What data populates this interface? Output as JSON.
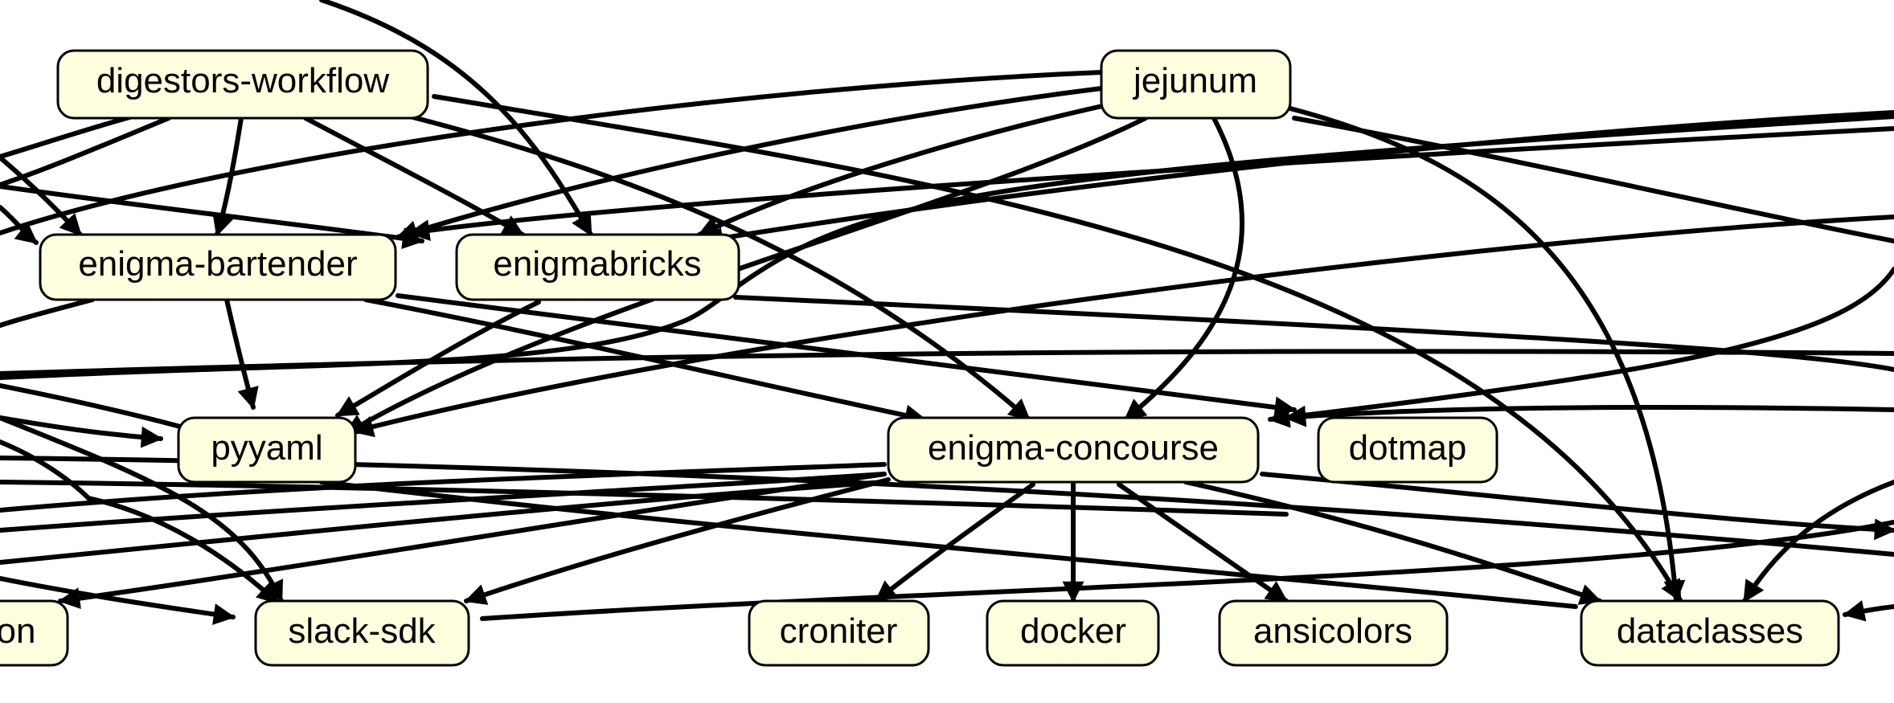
{
  "graph": {
    "nodes": [
      {
        "id": "digestors-workflow",
        "label": "digestors-workflow"
      },
      {
        "id": "jejunum",
        "label": "jejunum"
      },
      {
        "id": "enigma-bartender",
        "label": "enigma-bartender"
      },
      {
        "id": "enigmabricks",
        "label": "enigmabricks"
      },
      {
        "id": "pyyaml",
        "label": "pyyaml"
      },
      {
        "id": "enigma-concourse",
        "label": "enigma-concourse"
      },
      {
        "id": "dotmap",
        "label": "dotmap"
      },
      {
        "id": "on",
        "label": "on"
      },
      {
        "id": "slack-sdk",
        "label": "slack-sdk"
      },
      {
        "id": "croniter",
        "label": "croniter"
      },
      {
        "id": "docker",
        "label": "docker"
      },
      {
        "id": "ansicolors",
        "label": "ansicolors"
      },
      {
        "id": "dataclasses",
        "label": "dataclasses"
      }
    ],
    "edges": [
      {
        "from": "digestors-workflow",
        "to": "enigma-bartender"
      },
      {
        "from": "digestors-workflow",
        "to": "enigmabricks"
      },
      {
        "from": "digestors-workflow",
        "to": "enigma-concourse"
      },
      {
        "from": "digestors-workflow",
        "to": "dataclasses"
      },
      {
        "from": "jejunum",
        "to": "enigma-bartender"
      },
      {
        "from": "jejunum",
        "to": "enigmabricks"
      },
      {
        "from": "jejunum",
        "to": "enigma-concourse"
      },
      {
        "from": "jejunum",
        "to": "pyyaml"
      },
      {
        "from": "jejunum",
        "to": "dataclasses"
      },
      {
        "from": "enigma-bartender",
        "to": "pyyaml"
      },
      {
        "from": "enigma-bartender",
        "to": "enigma-concourse"
      },
      {
        "from": "enigma-bartender",
        "to": "dotmap"
      },
      {
        "from": "enigmabricks",
        "to": "pyyaml"
      },
      {
        "from": "enigma-concourse",
        "to": "slack-sdk"
      },
      {
        "from": "enigma-concourse",
        "to": "on"
      },
      {
        "from": "enigma-concourse",
        "to": "croniter"
      },
      {
        "from": "enigma-concourse",
        "to": "docker"
      },
      {
        "from": "enigma-concourse",
        "to": "ansicolors"
      },
      {
        "from": "enigma-concourse",
        "to": "dataclasses"
      }
    ]
  }
}
